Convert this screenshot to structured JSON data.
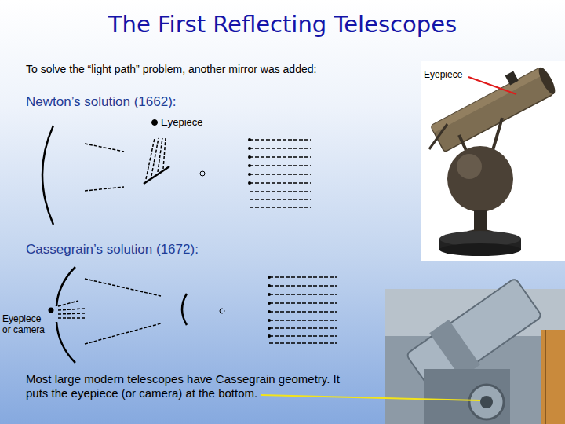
{
  "diagram": {
    "title": "The First Reflecting Telescopes",
    "labels": [
      "To solve the “light path” problem, another mirror was added:",
      "Newton’s solution (1662):",
      "Eyepiece",
      "Cassegrain’s solution (1672):",
      "Eyepiece or camera",
      "Most large modern telescopes have Cassegrain geometry. It puts the eyepiece (or camera) at the bottom.",
      "Eyepiece"
    ]
  }
}
